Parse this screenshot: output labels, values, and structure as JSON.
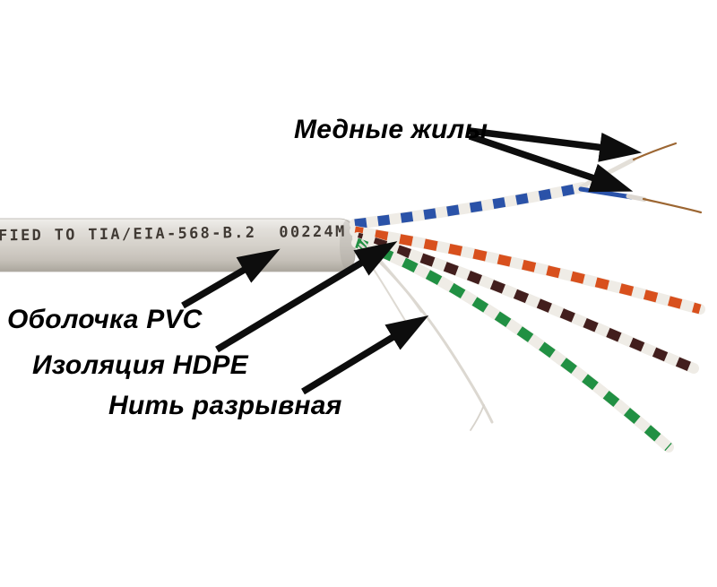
{
  "cable": {
    "print_text": "FIED TO TIA/EIA-568-B.2  00224M"
  },
  "labels": {
    "copper_wires": "Медные жилы",
    "jacket_pvc": "Оболочка PVC",
    "insulation_hdpe": "Изоляция HDPE",
    "rip_cord": "Нить разрывная"
  },
  "colors": {
    "background": "#ffffff",
    "jacket": "#d4d0c9",
    "jacket_edge": "#b3aea6",
    "jacket_print": "#2b241e",
    "pair_blue": "#2a52a8",
    "pair_orange": "#d8501d",
    "pair_brown": "#421e1d",
    "pair_green": "#219043",
    "wire_white": "#efece6",
    "wire_white_shade": "#dcd8d1",
    "copper": "#9c6632",
    "arrow": "#0d0d0d",
    "label_text": "#000000"
  }
}
